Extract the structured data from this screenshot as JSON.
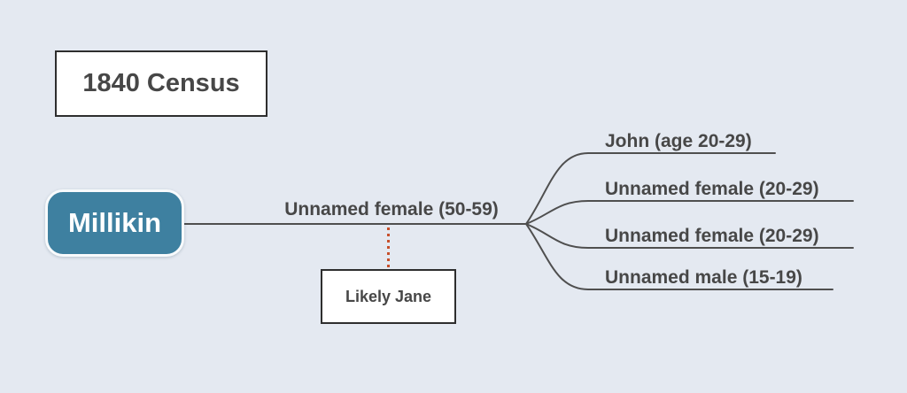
{
  "canvas": {
    "background_color": "#e4e9f1",
    "wire_color": "#4f4f4f",
    "text_color": "#474747"
  },
  "legend_box": {
    "label": "1840 Census"
  },
  "root_node": {
    "label": "Millikin",
    "fill_color": "#3e80a0",
    "text_color": "#ffffff"
  },
  "main_branch": {
    "label": "Unnamed female (50-59)"
  },
  "callout": {
    "label": "Likely Jane",
    "connector_color": "#c7502c",
    "connector_style": "dotted"
  },
  "children": [
    {
      "label": "John (age 20-29)"
    },
    {
      "label": "Unnamed female (20-29)"
    },
    {
      "label": "Unnamed female (20-29)"
    },
    {
      "label": "Unnamed male (15-19)"
    }
  ]
}
